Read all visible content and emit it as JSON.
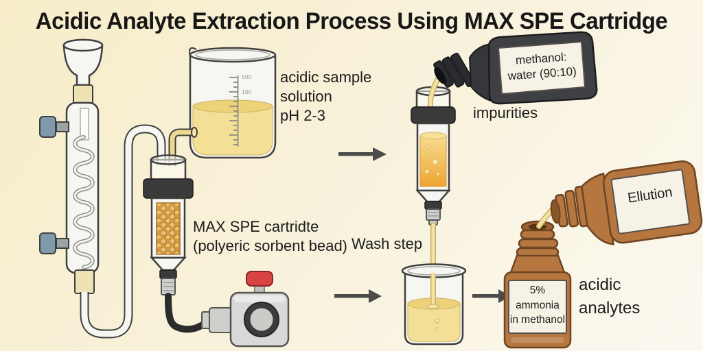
{
  "title": "Acidic Analyte Extraction Process Using MAX SPE Cartridge",
  "labels": {
    "sample_solution": "acidic sample\nsolution\npH 2-3",
    "spe_cartridge": "MAX SPE cartridte\n(polyeric sorbent bead)",
    "wash_solvent": "methanol:\nwater (90:10)",
    "impurities": "impurities",
    "wash_step": "Wash step",
    "elution": "Ellution",
    "elution_solvent": "5%\nammonia\nin methanol",
    "analytes": "acidic\nanalytes"
  },
  "beaker_scale": {
    "upper": "500",
    "lower": "100"
  },
  "colors": {
    "background_top": "#f7edc9",
    "background_bottom": "#fbf8f0",
    "title_text": "#171717",
    "label_text": "#1c1c1c",
    "outline": "#3f3f3f",
    "glass": "#f6f6f2",
    "liquid_yellow": "#f3e096",
    "liquid_orange": "#efa534",
    "sorbent_bead": "#ecbf76",
    "dark_fitting": "#3a3a3a",
    "hose_black": "#2b2b2b",
    "connector_blue": "#7f9aab",
    "valve_red": "#d84343",
    "pump_gray": "#d9d9d7",
    "bottle_brown": "#b5763f",
    "bottle_dark": "#3e4044",
    "label_paper": "#f6f2e6",
    "arrow": "#4b4b4b"
  }
}
